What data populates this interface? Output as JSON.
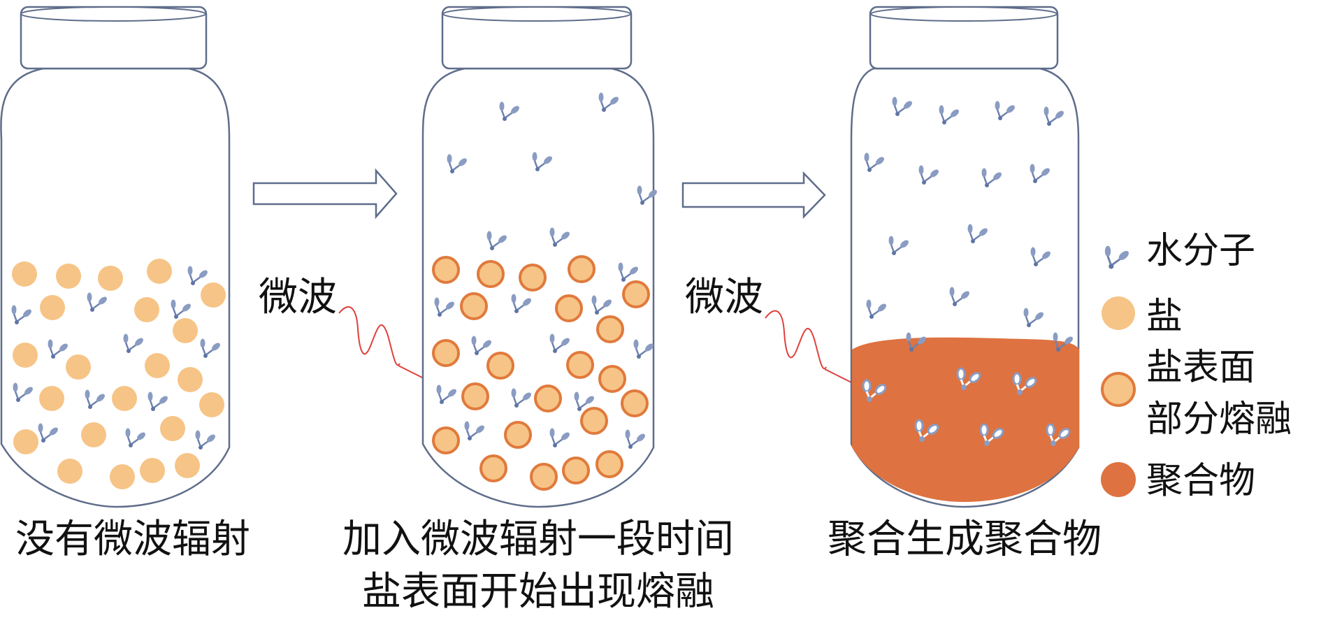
{
  "labels": {
    "stage1_caption": "没有微波辐射",
    "stage2_caption_line1": "加入微波辐射一段时间",
    "stage2_caption_line2": "盐表面开始出现熔融",
    "stage3_caption": "聚合生成聚合物",
    "microwave_1": "微波",
    "microwave_2": "微波"
  },
  "legend": {
    "water": "水分子",
    "salt": "盐",
    "salt_melting_line1": "盐表面",
    "salt_melting_line2": "部分熔融",
    "polymer": "聚合物"
  },
  "colors": {
    "salt_fill": "#F6C486",
    "melting_ring": "#E07A3C",
    "polymer": "#DE7240",
    "water": "#8A9CC2",
    "jar_outline": "#5F6D8A",
    "wave": "#E0403C"
  }
}
